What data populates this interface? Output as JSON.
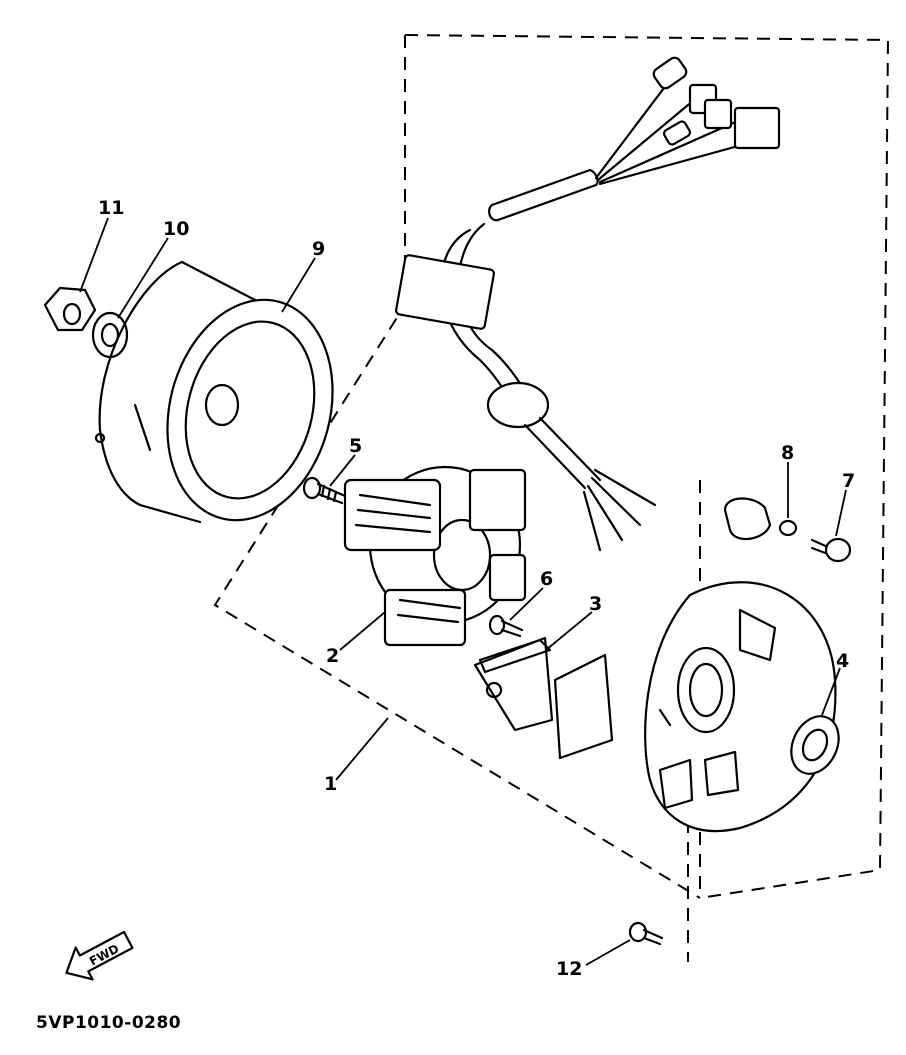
{
  "diagram": {
    "part_code": "5VP1010-0280",
    "fwd_label": "FWD",
    "callouts": [
      "1",
      "2",
      "3",
      "4",
      "5",
      "6",
      "7",
      "8",
      "9",
      "10",
      "11",
      "12"
    ]
  }
}
